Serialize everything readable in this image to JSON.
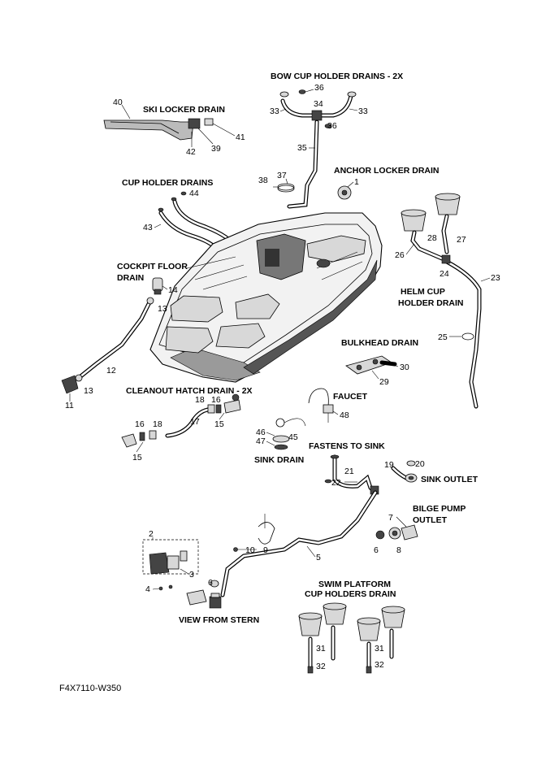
{
  "sections": {
    "bow_cup_holder_drains": "BOW CUP HOLDER DRAINS - 2X",
    "ski_locker_drain": "SKI LOCKER DRAIN",
    "anchor_locker_drain": "ANCHOR LOCKER DRAIN",
    "cup_holder_drains": "CUP HOLDER DRAINS",
    "cockpit_floor_drain_1": "COCKPIT FLOOR",
    "cockpit_floor_drain_2": "DRAIN",
    "helm_cup_holder_drain_1": "HELM CUP",
    "helm_cup_holder_drain_2": "HOLDER DRAIN",
    "bulkhead_drain": "BULKHEAD DRAIN",
    "cleanout_hatch_drain": "CLEANOUT HATCH DRAIN - 2X",
    "faucet": "FAUCET",
    "fastens_to_sink": "FASTENS TO SINK",
    "sink_drain": "SINK DRAIN",
    "sink_outlet": "SINK OUTLET",
    "bilge_pump_outlet_1": "BILGE PUMP",
    "bilge_pump_outlet_2": "OUTLET",
    "view_from_stern": "VIEW FROM STERN",
    "swim_platform_1": "SWIM PLATFORM",
    "swim_platform_2": "CUP HOLDERS DRAIN"
  },
  "part_numbers": {
    "p1": "1",
    "p2": "2",
    "p3": "3",
    "p4": "4",
    "p5": "5",
    "p6": "6",
    "p6b": "6",
    "p7": "7",
    "p8": "8",
    "p9": "9",
    "p10": "10",
    "p11": "11",
    "p12": "12",
    "p13a": "13",
    "p13b": "13",
    "p14": "14",
    "p15a": "15",
    "p15b": "15",
    "p16a": "16",
    "p16b": "16",
    "p17": "17",
    "p18a": "18",
    "p18b": "18",
    "p19": "19",
    "p20": "20",
    "p21": "21",
    "p22": "22",
    "p23": "23",
    "p24": "24",
    "p25": "25",
    "p26": "26",
    "p27": "27",
    "p28": "28",
    "p29": "29",
    "p30": "30",
    "p31a": "31",
    "p31b": "31",
    "p32a": "32",
    "p32b": "32",
    "p33a": "33",
    "p33b": "33",
    "p34": "34",
    "p35": "35",
    "p36a": "36",
    "p36b": "36",
    "p37": "37",
    "p38": "38",
    "p39": "39",
    "p40": "40",
    "p41": "41",
    "p42": "42",
    "p43": "43",
    "p44": "44",
    "p45": "45",
    "p46": "46",
    "p47": "47",
    "p48": "48"
  },
  "figure_code": "F4X7110-W350"
}
